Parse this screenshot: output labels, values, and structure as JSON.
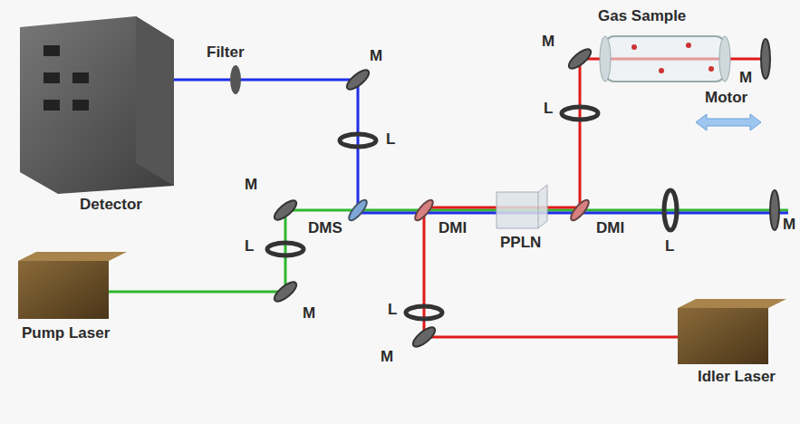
{
  "diagram": {
    "labels": [
      "Gas Sample",
      "M",
      "M",
      "Motor",
      "Filter",
      "M",
      "L",
      "L",
      "M",
      "Detector",
      "DMS",
      "DMI",
      "PPLN",
      "DMI",
      "L",
      "M",
      "L",
      "L",
      "Pump Laser",
      "M",
      "M",
      "Idler Laser"
    ]
  }
}
